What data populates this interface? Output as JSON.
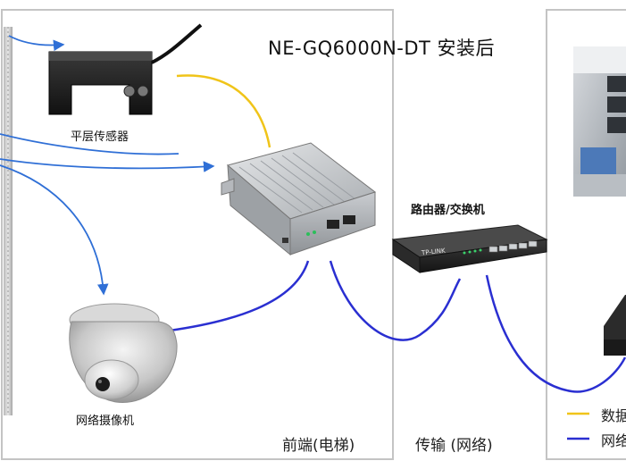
{
  "title": "NE-GQ6000N-DT  安装后",
  "devices": {
    "sensor_label": "平层传感器",
    "camera_label": "网络摄像机",
    "router_label": "路由器/交换机",
    "router_brand": "TP-LINK"
  },
  "zones": {
    "front": "前端(电梯)",
    "transfer": "传输 (网络)"
  },
  "legend": {
    "data_label": "数据",
    "network_label": "网络"
  },
  "colors": {
    "data_line": "#f0c419",
    "network_line": "#2a2fd1",
    "arrow_line": "#2f6fd6"
  }
}
